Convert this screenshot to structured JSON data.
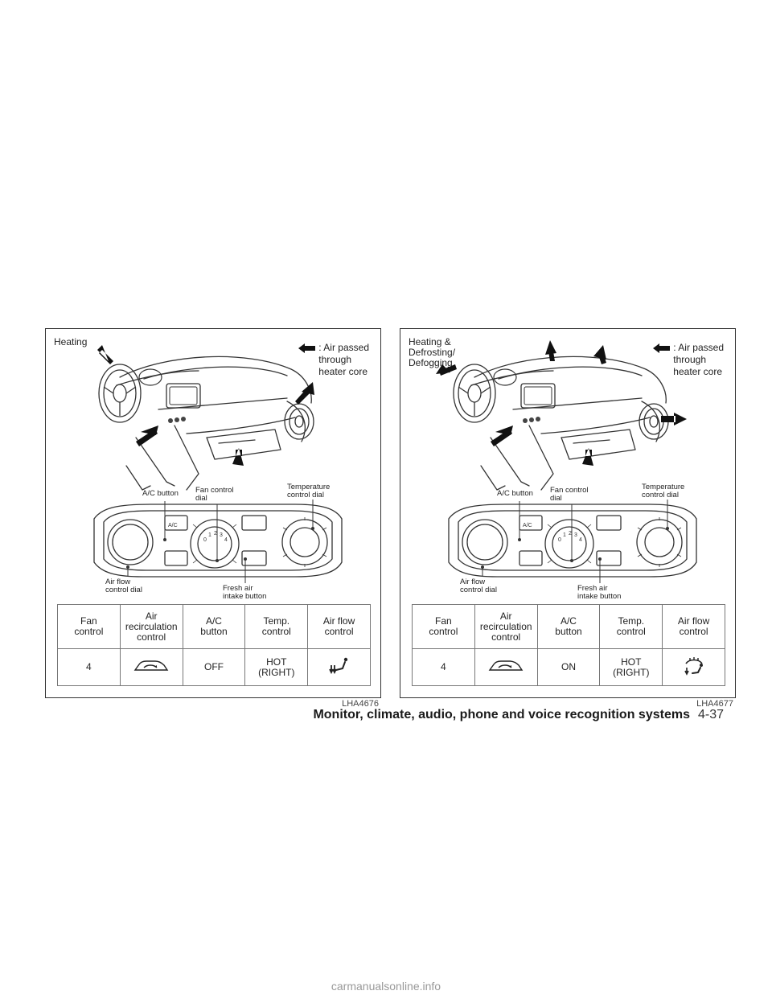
{
  "figures": [
    {
      "title": "Heating",
      "legend_text": ": Air passed\nthrough\nheater core",
      "labels": {
        "ac_button": "A/C button",
        "fan_dial": "Fan control\ndial",
        "temp_dial": "Temperature\ncontrol dial",
        "airflow_dial": "Air flow\ncontrol dial",
        "fresh_air": "Fresh air\nintake button"
      },
      "table": {
        "headers": [
          "Fan\ncontrol",
          "Air\nrecirculation\ncontrol",
          "A/C\nbutton",
          "Temp.\ncontrol",
          "Air flow\ncontrol"
        ],
        "values": [
          "4",
          "",
          "OFF",
          "HOT\n(RIGHT)",
          ""
        ],
        "airflow_icon": "foot-vent-icon"
      },
      "code": "LHA4676"
    },
    {
      "title": "Heating &\nDefrosting/\nDefogging",
      "legend_text": ": Air passed\nthrough\nheater core",
      "labels": {
        "ac_button": "A/C button",
        "fan_dial": "Fan control\ndial",
        "temp_dial": "Temperature\ncontrol dial",
        "airflow_dial": "Air flow\ncontrol dial",
        "fresh_air": "Fresh air\nintake button"
      },
      "table": {
        "headers": [
          "Fan\ncontrol",
          "Air\nrecirculation\ncontrol",
          "A/C\nbutton",
          "Temp.\ncontrol",
          "Air flow\ncontrol"
        ],
        "values": [
          "4",
          "",
          "ON",
          "HOT\n(RIGHT)",
          ""
        ],
        "airflow_icon": "defrost-foot-icon"
      },
      "code": "LHA4677"
    }
  ],
  "panel": {
    "ac_text": "A/C",
    "fan_scale": [
      "0",
      "1",
      "2",
      "3",
      "4"
    ]
  },
  "footer": {
    "title": "Monitor, climate, audio, phone and voice recognition systems",
    "page": "4-37"
  },
  "watermark": "carmanualsonline.info",
  "colors": {
    "arrow": "#111111",
    "line": "#333333"
  }
}
